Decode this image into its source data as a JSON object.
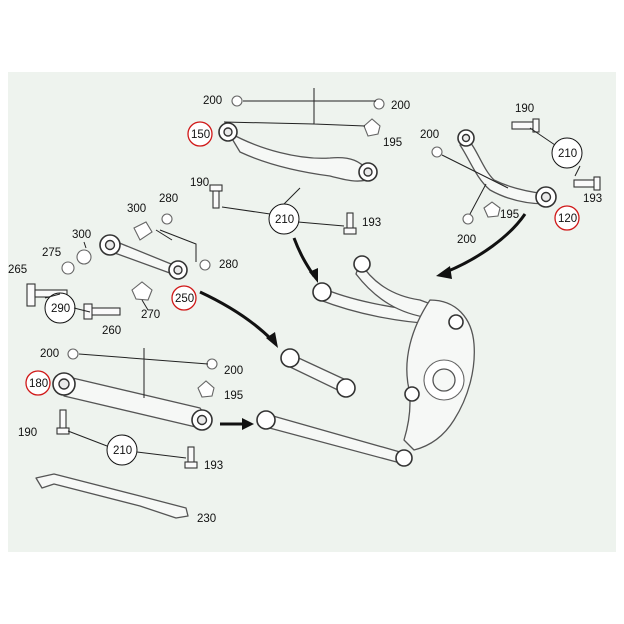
{
  "labels": {
    "l120": "120",
    "l150": "150",
    "l180": "180",
    "l190": "190",
    "l193": "193",
    "l195": "195",
    "l200": "200",
    "l210": "210",
    "l230": "230",
    "l250": "250",
    "l260": "260",
    "l265": "265",
    "l270": "270",
    "l275": "275",
    "l280": "280",
    "l290": "290",
    "l300": "300"
  }
}
